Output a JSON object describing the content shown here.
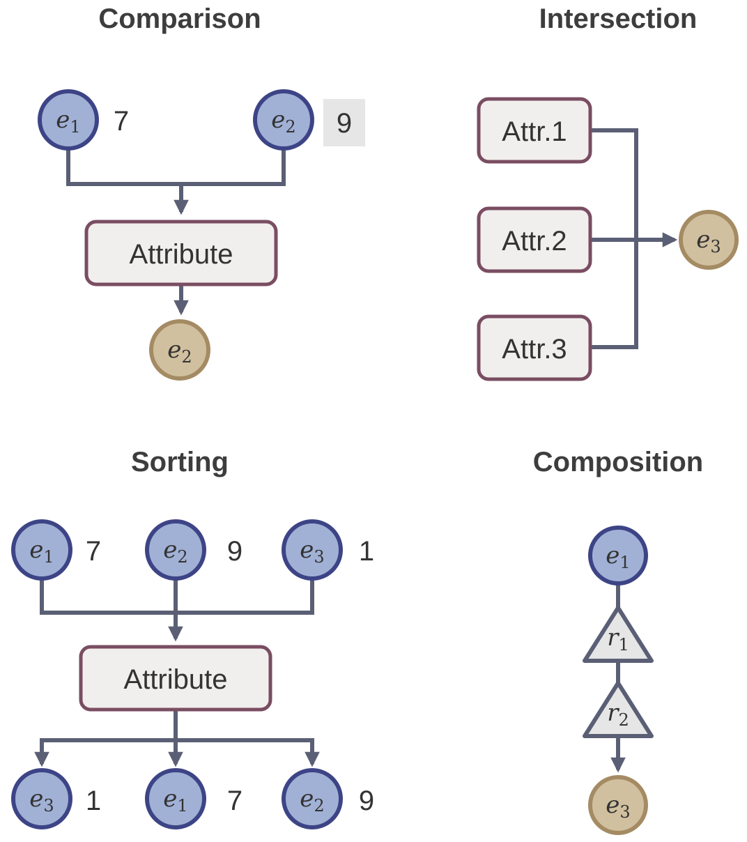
{
  "colors": {
    "edge": "#5b5f75",
    "input_node_fill": "#a1b1d6",
    "input_node_stroke": "#3d4486",
    "output_node_fill": "#d1c09f",
    "output_node_stroke": "#a48b63",
    "box_fill": "#f1efed",
    "box_stroke": "#7a4d62",
    "relation_fill": "#e6e6e6",
    "relation_stroke": "#5b5f75",
    "highlight": "#e6e6e6"
  },
  "comparison": {
    "title": "Comparison",
    "box": "Attribute",
    "inputs": [
      {
        "base": "e",
        "sub": "1",
        "value": "7",
        "highlight": false
      },
      {
        "base": "e",
        "sub": "2",
        "value": "9",
        "highlight": true
      }
    ],
    "output": {
      "base": "e",
      "sub": "2"
    }
  },
  "intersection": {
    "title": "Intersection",
    "boxes": [
      "Attr.1",
      "Attr.2",
      "Attr.3"
    ],
    "output": {
      "base": "e",
      "sub": "3"
    }
  },
  "sorting": {
    "title": "Sorting",
    "box": "Attribute",
    "inputs": [
      {
        "base": "e",
        "sub": "1",
        "value": "7"
      },
      {
        "base": "e",
        "sub": "2",
        "value": "9"
      },
      {
        "base": "e",
        "sub": "3",
        "value": "1"
      }
    ],
    "outputs": [
      {
        "base": "e",
        "sub": "3",
        "value": "1"
      },
      {
        "base": "e",
        "sub": "1",
        "value": "7"
      },
      {
        "base": "e",
        "sub": "2",
        "value": "9"
      }
    ]
  },
  "composition": {
    "title": "Composition",
    "start": {
      "base": "e",
      "sub": "1"
    },
    "relations": [
      {
        "base": "r",
        "sub": "1"
      },
      {
        "base": "r",
        "sub": "2"
      }
    ],
    "end": {
      "base": "e",
      "sub": "3"
    }
  }
}
